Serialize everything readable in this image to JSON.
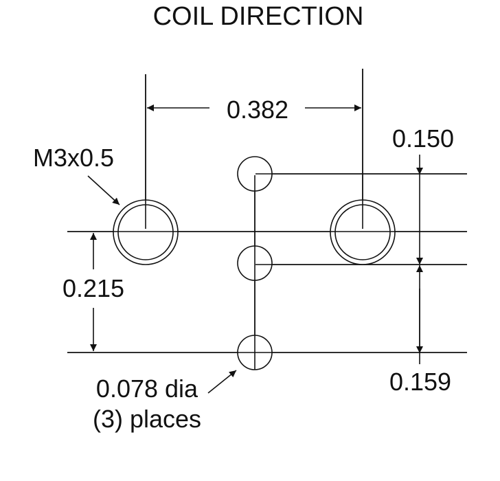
{
  "title": "COIL DIRECTION",
  "dimensions": {
    "horizontal_spacing": "0.382",
    "top_offset": "0.150",
    "bottom_offset": "0.159",
    "left_offset": "0.215"
  },
  "callouts": {
    "thread": "M3x0.5",
    "hole_size": "0.078 dia",
    "hole_count": "(3) places"
  }
}
